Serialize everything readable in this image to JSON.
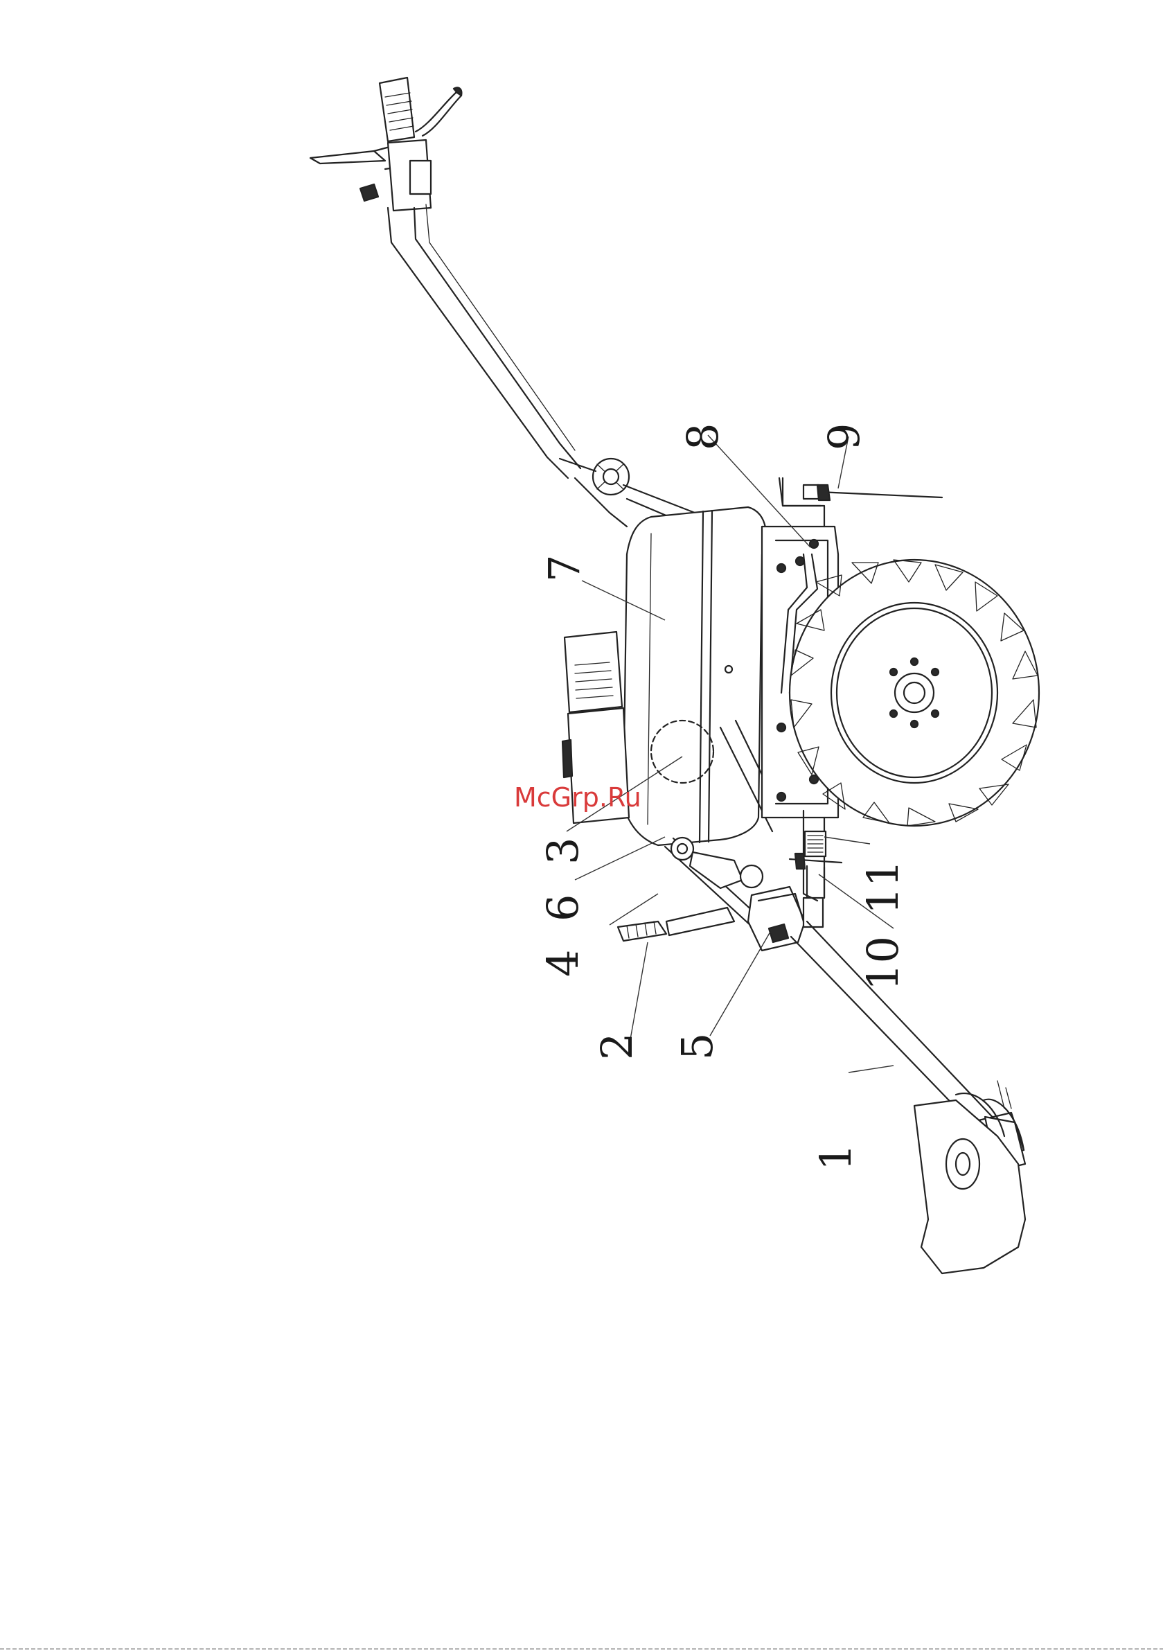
{
  "watermark": {
    "text": "McGrp.Ru",
    "color": "#d93a3a"
  },
  "callouts": [
    {
      "id": "1",
      "label": "1"
    },
    {
      "id": "2",
      "label": "2"
    },
    {
      "id": "3",
      "label": "3"
    },
    {
      "id": "4",
      "label": "4"
    },
    {
      "id": "5",
      "label": "5"
    },
    {
      "id": "6",
      "label": "6"
    },
    {
      "id": "7",
      "label": "7"
    },
    {
      "id": "8",
      "label": "8"
    },
    {
      "id": "9",
      "label": "9"
    },
    {
      "id": "10",
      "label": "10"
    },
    {
      "id": "11",
      "label": "11"
    }
  ],
  "colors": {
    "line": "#222222",
    "background": "#ffffff"
  }
}
